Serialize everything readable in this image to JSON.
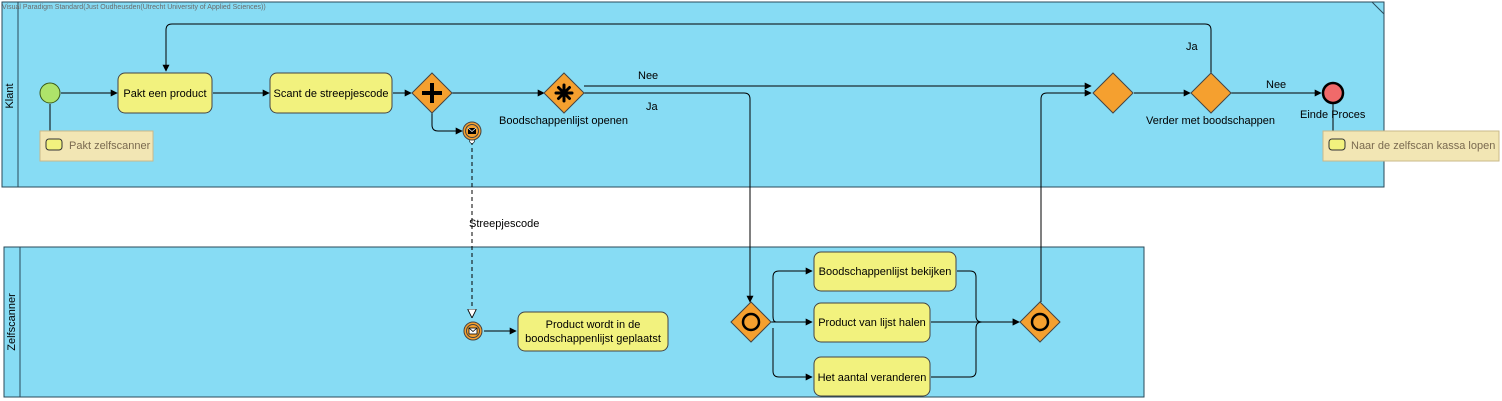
{
  "watermark": "Visual Paradigm Standard(Just Oudheusden(Utrecht University of Applied Sciences))",
  "colors": {
    "pool": "#87dcf4",
    "task": "#f2f27e",
    "gateway": "#f5a02f",
    "annotation": "#f2e6b4",
    "end_event": "#f06a6a",
    "start_event": "#aee36a"
  },
  "pools": {
    "klant": "Klant",
    "zelfscanner": "Zelfscanner"
  },
  "tasks": {
    "pakt_product": "Pakt een product",
    "scant_streepjescode": "Scant de streepjescode",
    "product_geplaatst_line1": "Product wordt in de",
    "product_geplaatst_line2": "boodschappenlijst geplaatst",
    "lijst_bekijken": "Boodschappenlijst bekijken",
    "van_lijst_halen": "Product van lijst halen",
    "aantal_veranderen": "Het aantal veranderen"
  },
  "annotations": {
    "pakt_zelfscanner": "Pakt zelfscanner",
    "naar_kassa": "Naar de zelfscan kassa lopen"
  },
  "labels": {
    "boodschappenlijst_openen": "Boodschappenlijst openen",
    "verder_met_boodschappen": "Verder met boodschappen",
    "einde_proces": "Einde Proces",
    "streepjescode": "Streepjescode",
    "nee_top": "Nee",
    "ja_mid": "Ja",
    "ja_loop": "Ja",
    "nee_end": "Nee"
  },
  "icons": {
    "parallel_gateway": "plus-icon",
    "complex_gateway": "asterisk-icon",
    "inclusive_gateway": "circle-icon",
    "message_event": "envelope-icon"
  }
}
